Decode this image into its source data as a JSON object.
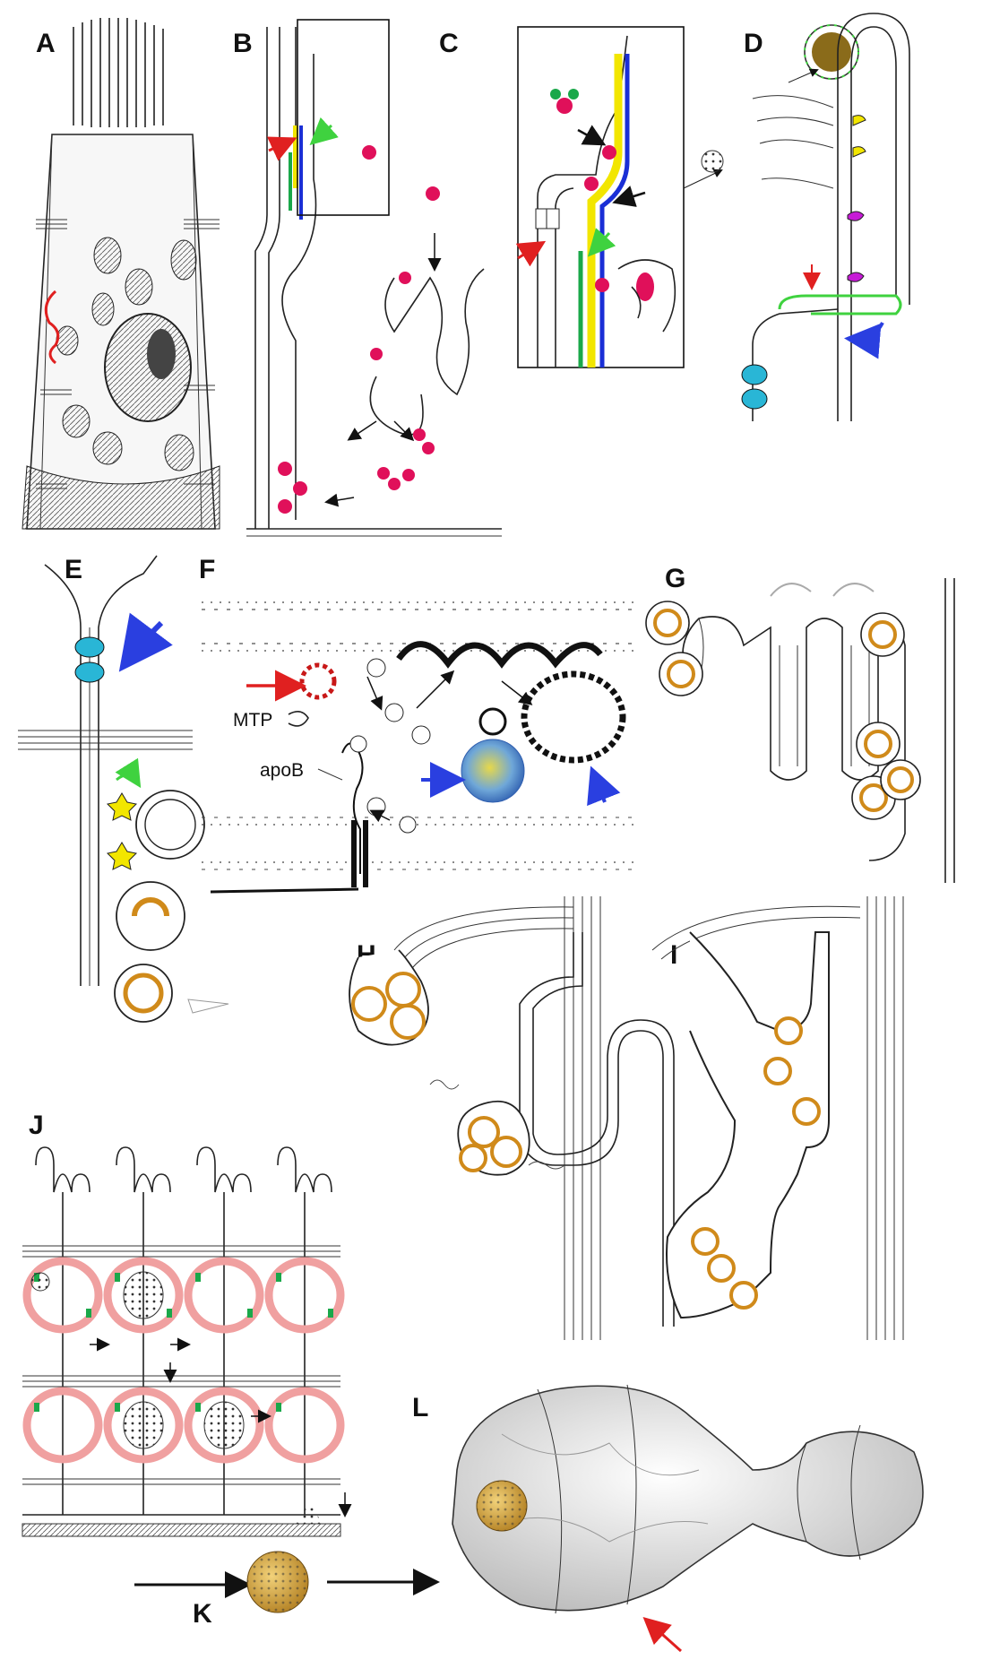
{
  "panels": [
    {
      "id": "A",
      "label": "A"
    },
    {
      "id": "B",
      "label": "B"
    },
    {
      "id": "C",
      "label": "C"
    },
    {
      "id": "D",
      "label": "D"
    },
    {
      "id": "E",
      "label": "E"
    },
    {
      "id": "F",
      "label": "F"
    },
    {
      "id": "G",
      "label": "G"
    },
    {
      "id": "H",
      "label": "H"
    },
    {
      "id": "I",
      "label": "I"
    },
    {
      "id": "J",
      "label": "J"
    },
    {
      "id": "K",
      "label": "K"
    },
    {
      "id": "L",
      "label": "L"
    }
  ],
  "annotations": {
    "mtp": "MTP",
    "apob": "apoB"
  },
  "colors": {
    "yellow_layer": "#f2e600",
    "blue_layer": "#1a2fd6",
    "green_layer": "#1aa84a",
    "red_arrow": "#e02020",
    "green_arrow": "#3fd23f",
    "blue_arrow": "#2a3fe0",
    "magenta_particle": "#e0105a",
    "cyan_junction": "#29b6d6",
    "orange_vesicle": "#d08a1a",
    "pink_membrane": "#f0a0a0"
  }
}
